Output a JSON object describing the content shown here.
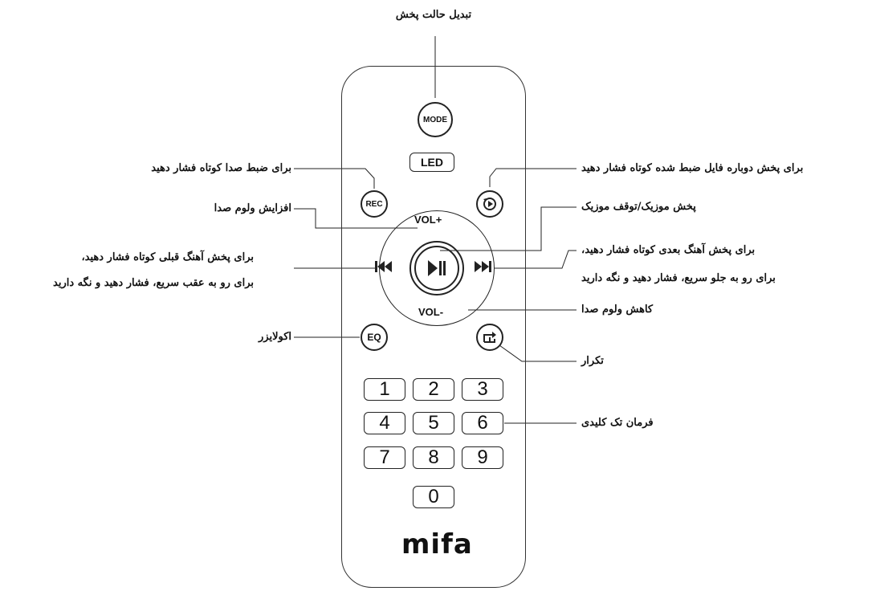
{
  "buttons": {
    "mode": "MODE",
    "led": "LED",
    "rec": "REC",
    "replay_icon": "replay-icon",
    "vol_plus": "VOL+",
    "vol_minus": "VOL-",
    "prev_icon": "skip-previous-icon",
    "next_icon": "skip-next-icon",
    "play_pause_icon": "play-pause-icon",
    "eq": "EQ",
    "repeat_icon": "repeat-icon",
    "numbers": [
      "1",
      "2",
      "3",
      "4",
      "5",
      "6",
      "7",
      "8",
      "9",
      "0"
    ]
  },
  "brand": "mifa",
  "labels": {
    "mode": "تبدیل حالت پخش",
    "rec": "برای ضبط صدا کوتاه فشار دهید",
    "replay": "برای پخش دوباره فایل ضبط شده کوتاه فشار دهید",
    "vol_up": "افزایش ولوم صدا",
    "play_pause": "پخش موزیک/توقف موزیک",
    "prev_line1": "برای پخش آهنگ قبلی کوتاه فشار دهید،",
    "prev_line2": "برای رو به عقب سریع، فشار دهید و نگه دارید",
    "next_line1": "برای پخش آهنگ بعدی کوتاه فشار دهید،",
    "next_line2": "برای رو به جلو سریع، فشار دهید و نگه دارید",
    "vol_down": "کاهش ولوم صدا",
    "eq": "اکولایزر",
    "repeat": "تکرار",
    "one_touch": "فرمان تک کلیدی"
  }
}
